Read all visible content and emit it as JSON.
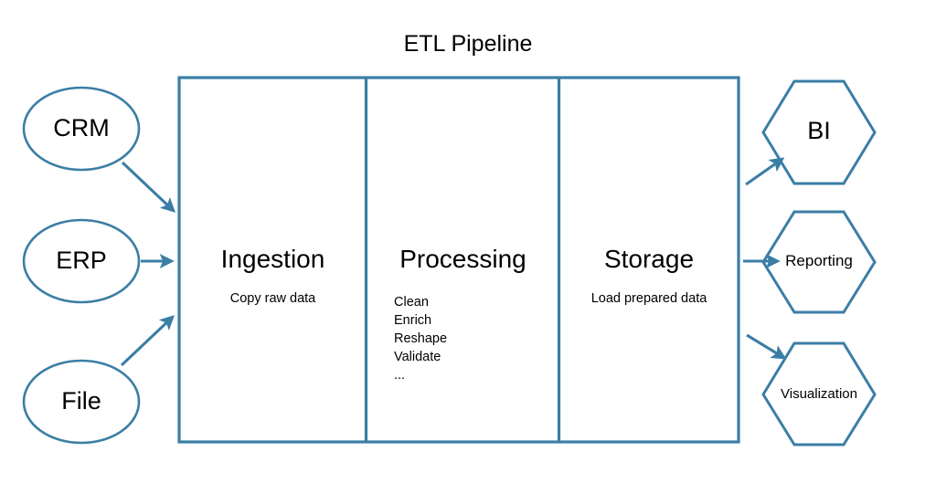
{
  "diagram": {
    "title": "ETL Pipeline",
    "stroke_color": "#3b7ea5",
    "fill_color": "#ffffff",
    "text_color": "#000000",
    "background": "#ffffff"
  },
  "sources": [
    {
      "label": "CRM",
      "shape": "ellipse"
    },
    {
      "label": "ERP",
      "shape": "ellipse"
    },
    {
      "label": "File",
      "shape": "ellipse"
    }
  ],
  "stages": [
    {
      "title": "Ingestion",
      "subtitle": "Copy raw data",
      "items": []
    },
    {
      "title": "Processing",
      "subtitle": "",
      "items": [
        "Clean",
        "Enrich",
        "Reshape",
        "Validate",
        "..."
      ],
      "items_text": "Clean\nEnrich\nReshape\nValidate\n..."
    },
    {
      "title": "Storage",
      "subtitle": "Load prepared data",
      "items": []
    }
  ],
  "sinks": [
    {
      "label": "BI",
      "shape": "hexagon"
    },
    {
      "label": "Reporting",
      "shape": "hexagon"
    },
    {
      "label": "Visualization",
      "shape": "hexagon"
    }
  ],
  "connectors": [
    {
      "from": "CRM",
      "to": "pipeline",
      "direction": "down-right"
    },
    {
      "from": "ERP",
      "to": "pipeline",
      "direction": "right"
    },
    {
      "from": "File",
      "to": "pipeline",
      "direction": "up-right"
    },
    {
      "from": "pipeline",
      "to": "BI",
      "direction": "up-right"
    },
    {
      "from": "pipeline",
      "to": "Reporting",
      "direction": "right"
    },
    {
      "from": "pipeline",
      "to": "Visualization",
      "direction": "down-right"
    }
  ]
}
